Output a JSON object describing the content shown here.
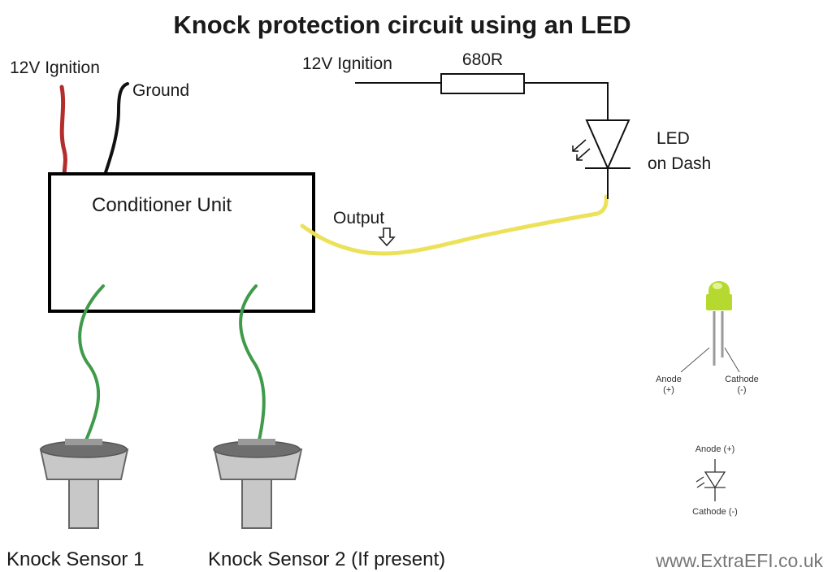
{
  "title": "Knock protection circuit using an LED",
  "labels": {
    "ignition_left": "12V Ignition",
    "ground": "Ground",
    "conditioner_unit": "Conditioner Unit",
    "output": "Output",
    "ignition_right": "12V Ignition",
    "resistor": "680R",
    "led_line1": "LED",
    "led_line2": "on Dash",
    "knock_sensor_1": "Knock Sensor 1",
    "knock_sensor_2": "Knock Sensor 2 (If present)",
    "website": "www.ExtraEFI.co.uk"
  },
  "legend": {
    "photo_anode": "Anode",
    "photo_anode_sign": "(+)",
    "photo_cathode": "Cathode",
    "photo_cathode_sign": "(-)",
    "symbol_anode": "Anode (+)",
    "symbol_cathode": "Cathode (-)"
  },
  "colors": {
    "ignition_wire": "#b32d2d",
    "ground_wire": "#111111",
    "output_wire": "#ece25a",
    "sensor_wire": "#3f9a4a",
    "sensor_body": "#c8c8c8",
    "led_body": "#b5d92e"
  }
}
